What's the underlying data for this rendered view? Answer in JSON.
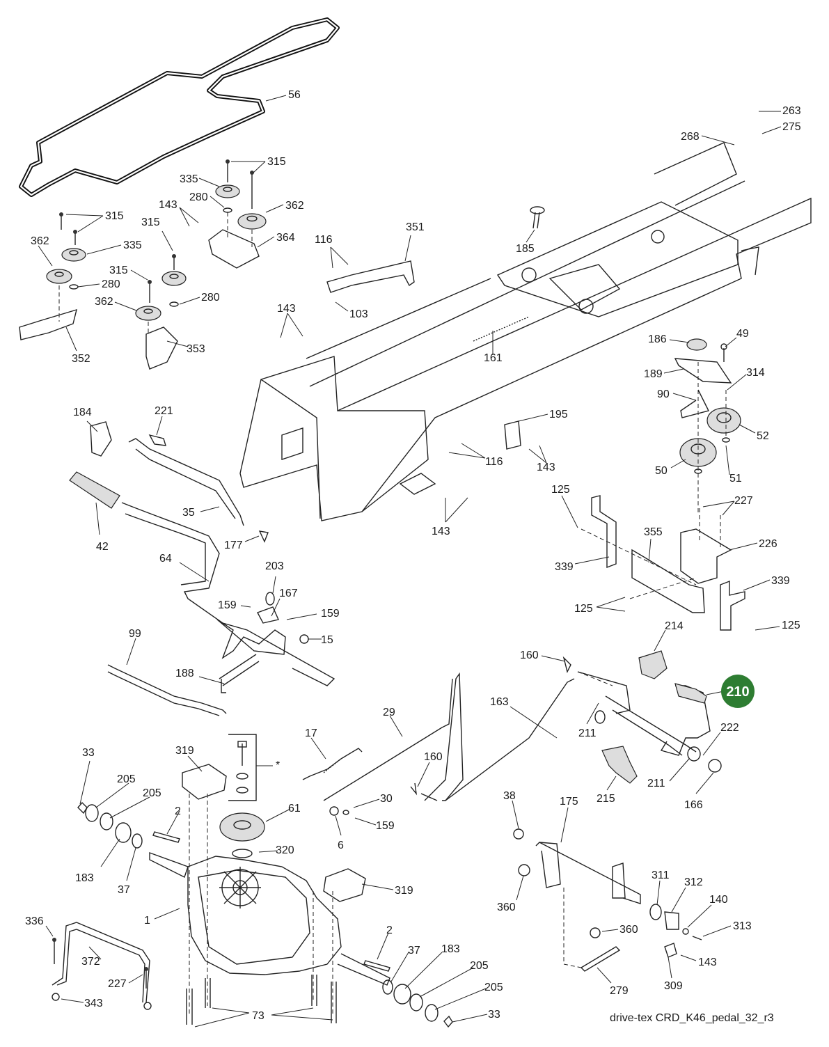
{
  "diagram_id_text": "drive-tex CRD_K46_pedal_32_r3",
  "highlight": {
    "label": "210",
    "color": "#2e7d32"
  },
  "asterisk": "*",
  "labels": {
    "l56": "56",
    "l263": "263",
    "l275": "275",
    "l268": "268",
    "l315a": "315",
    "l335a": "335",
    "l280a": "280",
    "l362a": "362",
    "l143a": "143",
    "l364": "364",
    "l315b": "315",
    "l362b": "362",
    "l335b": "335",
    "l315c": "315",
    "l315d": "315",
    "l280b": "280",
    "l362c": "362",
    "l280c": "280",
    "l352": "352",
    "l353": "353",
    "l116a": "116",
    "l351": "351",
    "l103": "103",
    "l185": "185",
    "l143b": "143",
    "l161": "161",
    "l186": "186",
    "l49": "49",
    "l189": "189",
    "l314": "314",
    "l90": "90",
    "l52": "52",
    "l50": "50",
    "l51": "51",
    "l195": "195",
    "l116b": "116",
    "l143c": "143",
    "l143d": "143",
    "l184": "184",
    "l221": "221",
    "l35": "35",
    "l42": "42",
    "l177": "177",
    "l64": "64",
    "l125a": "125",
    "l227a": "227",
    "l355": "355",
    "l226": "226",
    "l339a": "339",
    "l339b": "339",
    "l125b": "125",
    "l125c": "125",
    "l203": "203",
    "l167": "167",
    "l159a": "159",
    "l159b": "159",
    "l15": "15",
    "l99": "99",
    "l188": "188",
    "l214": "214",
    "l160a": "160",
    "l163": "163",
    "l211a": "211",
    "l222": "222",
    "l211b": "211",
    "l215": "215",
    "l166": "166",
    "l29": "29",
    "l17": "17",
    "l160b": "160",
    "l30": "30",
    "l159c": "159",
    "l6": "6",
    "l33a": "33",
    "l205a": "205",
    "l205b": "205",
    "l319a": "319",
    "l61": "61",
    "l320": "320",
    "l2a": "2",
    "l183a": "183",
    "l37a": "37",
    "l1": "1",
    "l319b": "319",
    "l38": "38",
    "l175": "175",
    "l360a": "360",
    "l311": "311",
    "l312": "312",
    "l140": "140",
    "l313": "313",
    "l360b": "360",
    "l143e": "143",
    "l309": "309",
    "l279": "279",
    "l336": "336",
    "l372": "372",
    "l227b": "227",
    "l343": "343",
    "l73": "73",
    "l2b": "2",
    "l37b": "37",
    "l183b": "183",
    "l205c": "205",
    "l205d": "205",
    "l33b": "33"
  }
}
